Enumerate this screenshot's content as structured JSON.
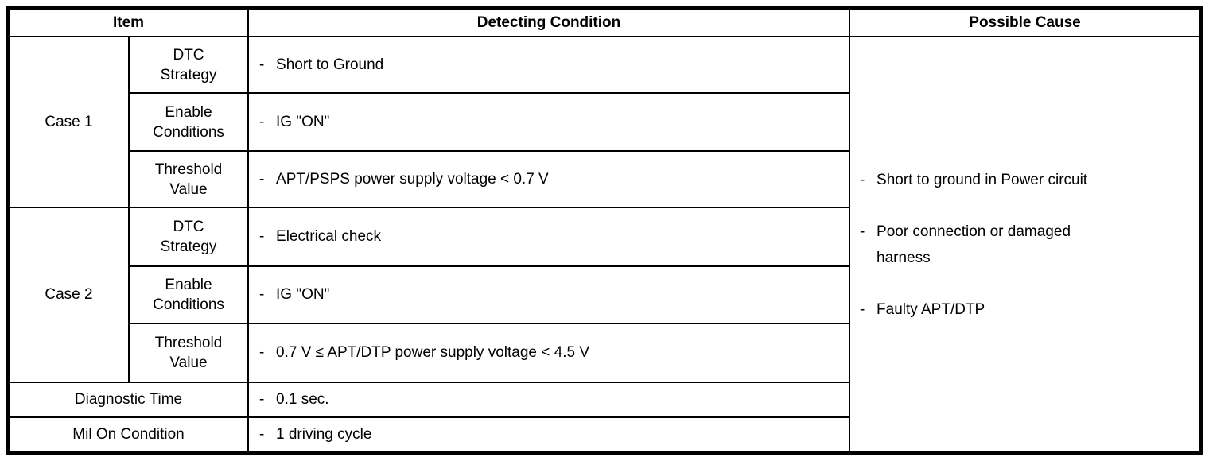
{
  "table": {
    "bullet": "-",
    "border_color": "#000000",
    "text_color": "#000000",
    "header": {
      "item": "Item",
      "detecting_condition": "Detecting Condition",
      "possible_cause": "Possible Cause"
    },
    "cases": [
      {
        "name": "Case 1",
        "rows": [
          {
            "label": "DTC\nStrategy",
            "value": "Short to Ground"
          },
          {
            "label": "Enable\nConditions",
            "value": "IG \"ON\""
          },
          {
            "label": "Threshold\nValue",
            "value": "APT/PSPS power supply voltage < 0.7 V"
          }
        ]
      },
      {
        "name": "Case 2",
        "rows": [
          {
            "label": "DTC\nStrategy",
            "value": "Electrical check"
          },
          {
            "label": "Enable\nConditions",
            "value": "IG \"ON\""
          },
          {
            "label": "Threshold\nValue",
            "value": "0.7 V ≤ APT/DTP power supply voltage < 4.5 V"
          }
        ]
      }
    ],
    "summary_rows": [
      {
        "label": "Diagnostic Time",
        "value": "0.1 sec."
      },
      {
        "label": "Mil On Condition",
        "value": "1 driving cycle"
      }
    ],
    "possible_causes": [
      "Short to ground in Power circuit",
      "Poor connection or damaged\nharness",
      "Faulty APT/DTP"
    ]
  }
}
